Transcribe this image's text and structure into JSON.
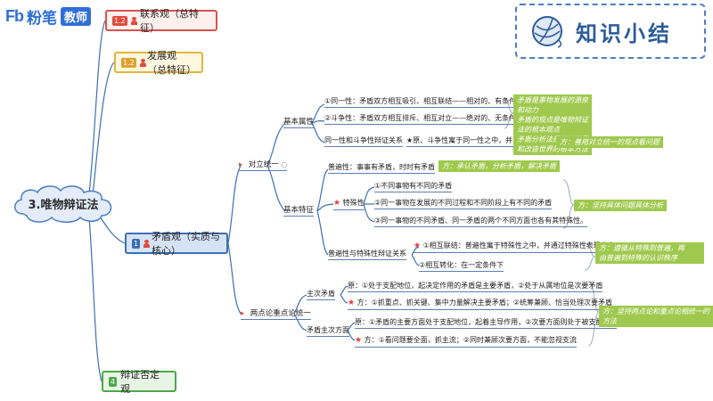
{
  "logo": {
    "brand": "粉笔",
    "tag": "教师",
    "mark": "Fb"
  },
  "summary": {
    "title": "知识小结"
  },
  "root": {
    "label": "3.唯物辩证法"
  },
  "top_nodes": {
    "n1": {
      "badge": "1.2",
      "label": "联系观（总特征）"
    },
    "n2": {
      "badge": "1.2",
      "label": "发展观（总特征）"
    },
    "n3": {
      "badge": "1",
      "label": "矛盾观（实质与核心）"
    },
    "n4": {
      "badge": "4",
      "label": "辩证否定观"
    }
  },
  "duili": {
    "label": "对立统一",
    "jiben_shuxing": "基本属性",
    "tongyi": "①同一性：矛盾双方相互吸引、相互联结——相对的、有条件的",
    "douzheng": "②斗争性：矛盾双方相互排斥、相互对立——绝对的、无条件的",
    "guanxi": "同一性和斗争性辩证关系",
    "guanxi_detail": "★原、斗争性寓于同一性之中，并为同一性所制约",
    "green1": [
      "矛盾是事物发展的源泉和动力",
      "矛盾的观点是唯物辩证法的根本观点",
      "矛盾分析法是认识世界和改造世界的根本方法"
    ],
    "green2": "方：善用对立统一的观点看问题"
  },
  "tezheng": {
    "label": "基本特征",
    "pubian": "普遍性：事事有矛盾，时时有矛盾",
    "pubian_fang": "方：承认矛盾，分析矛盾，解决矛盾",
    "teshu": "特殊性",
    "teshu1": "①不同事物有不同的矛盾",
    "teshu2": "②同一事物在发展的不同过程和不同阶段上有不同的矛盾",
    "teshu3": "③同一事物的不同矛盾、同一矛盾的两个不同方面也各有其特殊性。",
    "teshu_fang": "方：坚持具体问题具体分析",
    "bianzheng": "普遍性与特殊性辩证关系",
    "bz1": "①相互联结：普遍性寓于特殊性之中，并通过特殊性表现出来",
    "bz2": "②相互转化：在一定条件下",
    "bz_fang": [
      "方：遵循从特殊到普遍，再",
      "由普遍到特殊的认识秩序"
    ]
  },
  "liangdian": {
    "label": "两点论重点论统一",
    "zhuyao": "主次矛盾",
    "zy_yuan": "原：①处于支配地位，起决定作用的矛盾是主要矛盾，②处于从属地位是次要矛盾",
    "zy_fang": "方：①抓重点、抓关键、集中力量解决主要矛盾；②统筹兼顾、恰当处理次要矛盾",
    "fangmian": "矛盾主次方面",
    "fm_yuan": "原：①矛盾的主要方面处于支配地位，起着主导作用，②次要方面则处于被支配地位",
    "fm_fang": "方：①看问题要全面，抓主流；②同时兼顾次要方面，不能忽视支流",
    "fang": "方：坚持两点论和重点论相统一的方法"
  },
  "colors": {
    "line": "#3c6fb3",
    "green": "#9fc94e",
    "blue_fill": "#d6e3f5",
    "red": "#e04b3c"
  }
}
